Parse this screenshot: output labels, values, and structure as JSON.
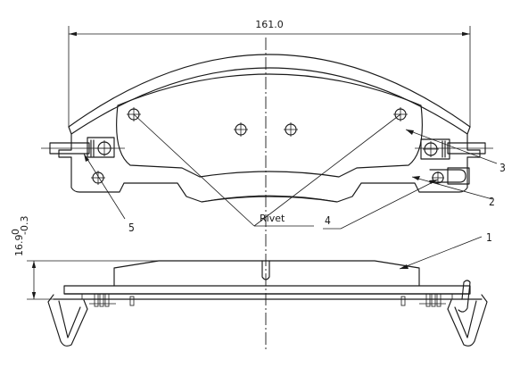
{
  "dimensions": {
    "width_label": "161.0",
    "thickness_label": "16.9",
    "thickness_tolerance_upper": "0",
    "thickness_tolerance_lower": "-0.3"
  },
  "labels": {
    "rivet": "Rivet"
  },
  "callouts": [
    "1",
    "2",
    "3",
    "4",
    "5"
  ]
}
